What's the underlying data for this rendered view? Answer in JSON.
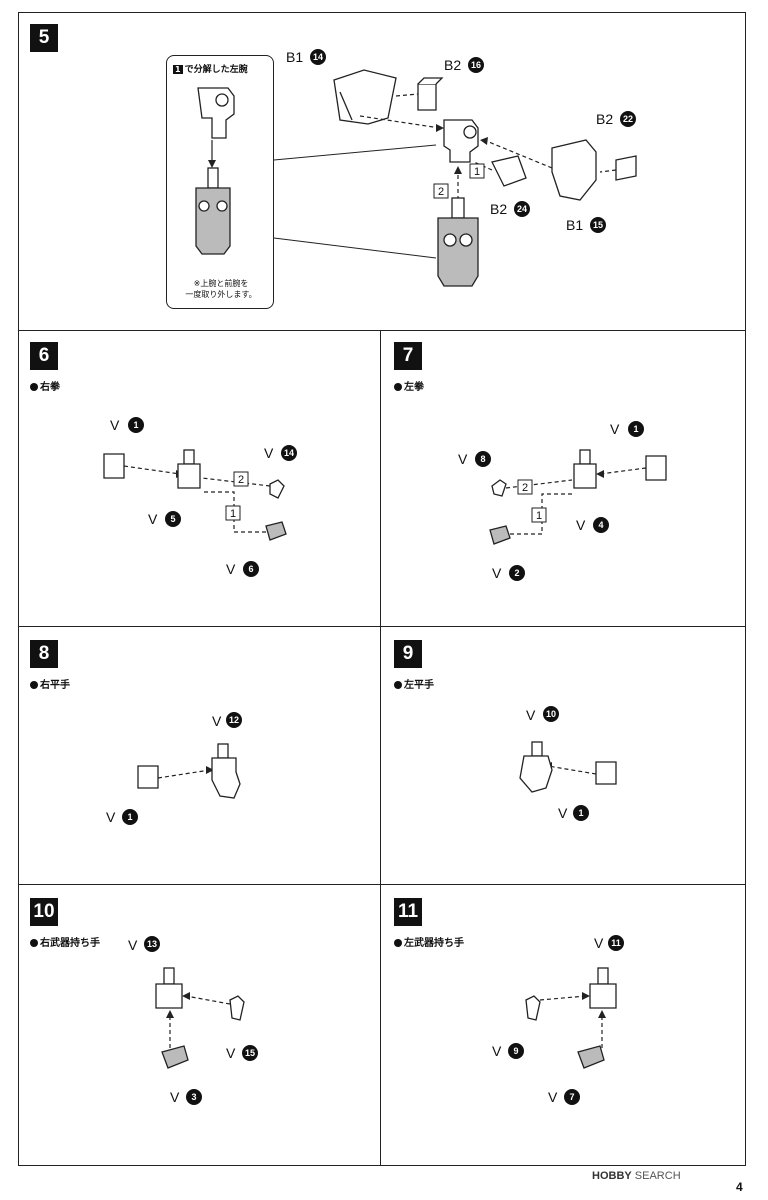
{
  "steps": [
    {
      "num": "5"
    },
    {
      "num": "6",
      "sub": "右拳"
    },
    {
      "num": "7",
      "sub": "左拳"
    },
    {
      "num": "8",
      "sub": "右平手"
    },
    {
      "num": "9",
      "sub": "左平手"
    },
    {
      "num": "10",
      "sub": "右武器持ち手"
    },
    {
      "num": "11",
      "sub": "左武器持ち手"
    }
  ],
  "inset": {
    "title_num": "1",
    "title": "で分解した左腕",
    "note_line1": "※上腕と前腕を",
    "note_line2": "一度取り外します。"
  },
  "step5_labels": [
    {
      "runner": "B1",
      "num": "14"
    },
    {
      "runner": "B2",
      "num": "16"
    },
    {
      "runner": "B2",
      "num": "22"
    },
    {
      "runner": "B2",
      "num": "24"
    },
    {
      "runner": "B1",
      "num": "15"
    }
  ],
  "order_marks": {
    "one": "1",
    "two": "2"
  },
  "step6_labels": [
    {
      "runner": "V",
      "num": "1"
    },
    {
      "runner": "V",
      "num": "14"
    },
    {
      "runner": "V",
      "num": "5"
    },
    {
      "runner": "V",
      "num": "6"
    }
  ],
  "step7_labels": [
    {
      "runner": "V",
      "num": "1"
    },
    {
      "runner": "V",
      "num": "8"
    },
    {
      "runner": "V",
      "num": "4"
    },
    {
      "runner": "V",
      "num": "2"
    }
  ],
  "step8_labels": [
    {
      "runner": "V",
      "num": "12"
    },
    {
      "runner": "V",
      "num": "1"
    }
  ],
  "step9_labels": [
    {
      "runner": "V",
      "num": "10"
    },
    {
      "runner": "V",
      "num": "1"
    }
  ],
  "step10_labels": [
    {
      "runner": "V",
      "num": "13"
    },
    {
      "runner": "V",
      "num": "15"
    },
    {
      "runner": "V",
      "num": "3"
    }
  ],
  "step11_labels": [
    {
      "runner": "V",
      "num": "11"
    },
    {
      "runner": "V",
      "num": "9"
    },
    {
      "runner": "V",
      "num": "7"
    }
  ],
  "watermark": {
    "brand": "HOBBY",
    "word": "SEARCH"
  },
  "page_number": "4"
}
